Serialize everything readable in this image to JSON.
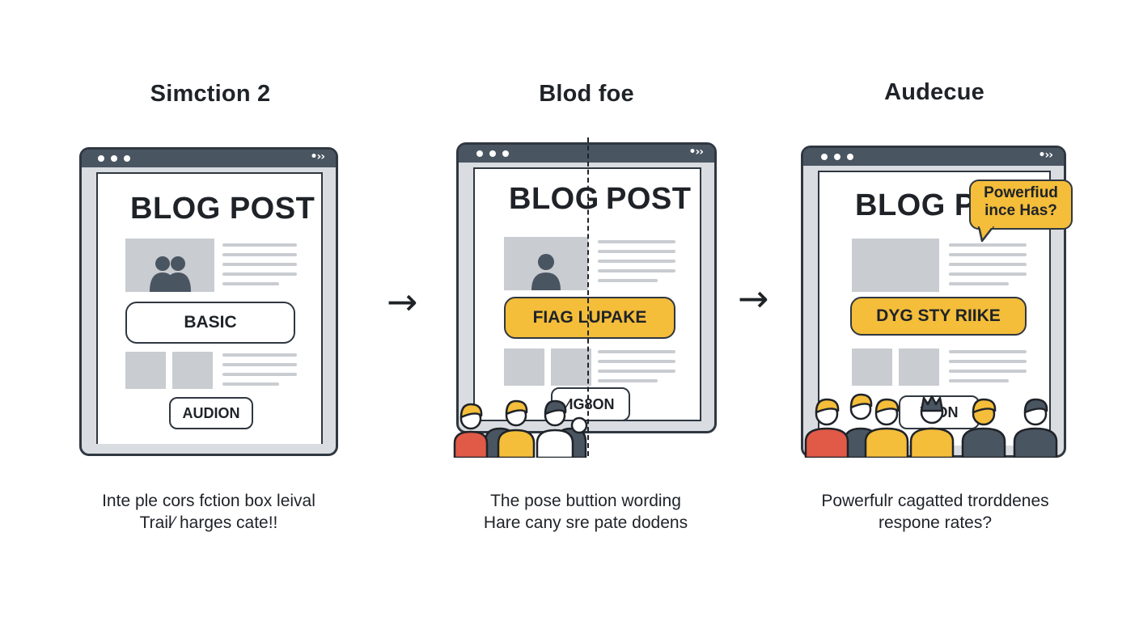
{
  "panels": [
    {
      "title": "Simction 2",
      "post_title": "BLOG POST",
      "cta_label": "BASIC",
      "secondary_label": "AUDION",
      "caption_line1": "Inte ple cors fction box leival",
      "caption_line2": "Trail⁄ harges cate!!"
    },
    {
      "title": "Blod foe",
      "post_title_left": "BLOG",
      "post_title_right": "POST",
      "cta_label": "FIAG LUPAKE",
      "secondary_label": "⁄IG8ON",
      "caption_line1": "The pose buttion wording",
      "caption_line2": "Hare cany sre pate dodens"
    },
    {
      "title": "Audecue",
      "post_title": "BLOG P",
      "cta_label": "DYG STY RIIKE",
      "secondary_label": "V⁄ ON",
      "bubble_line1": "Powerfiud",
      "bubble_line2": "ince Has?",
      "caption_line1": "Powerfulr cagatted trorddenes",
      "caption_line2": "respone rates?"
    }
  ],
  "arrow_glyph": "→",
  "colors": {
    "accent_yellow": "#f4bd3a",
    "dark": "#2f3740",
    "placeholder_gray": "#c9ccd0",
    "person_red": "#e05a47",
    "person_slate": "#4a5562"
  },
  "icons": [
    "browser-window-icon",
    "person-icon",
    "arrow-right-icon",
    "speech-bubble-icon",
    "crowd-icon"
  ]
}
